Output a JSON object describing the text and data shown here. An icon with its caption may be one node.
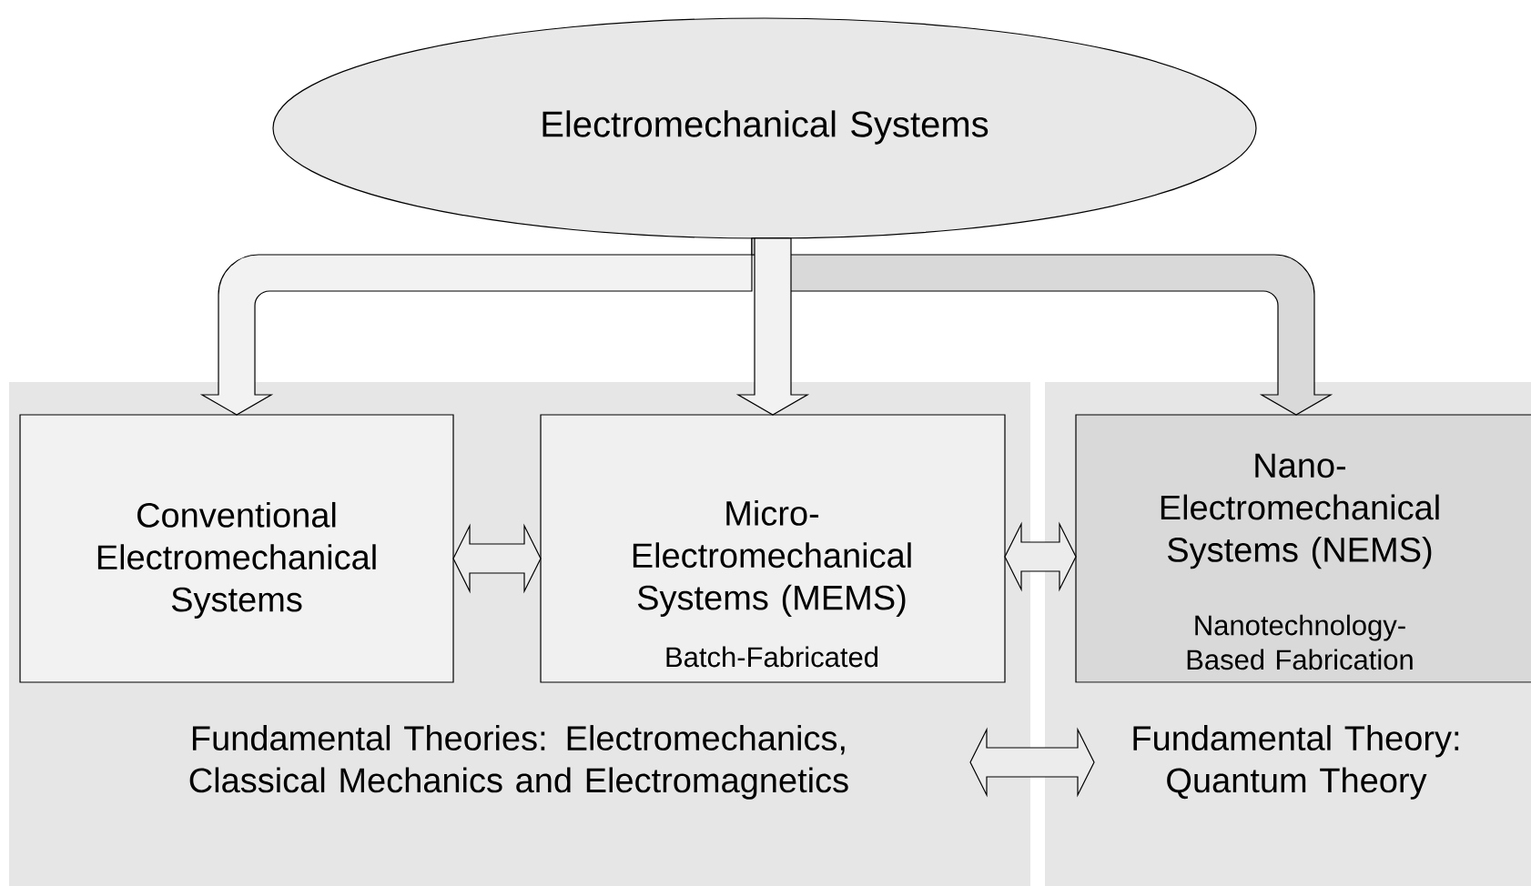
{
  "diagram": {
    "nodes": [
      {
        "text": [
          "Electromechanical Systems"
        ]
      },
      {
        "text": [
          "Fundamental Theories: Electromechanics, Classical Mechanics and Electromagnetics"
        ]
      },
      {
        "text": [
          "Conventional Electromechanical Systems"
        ],
        "in": 1
      },
      {
        "text": [
          "Micro- Electromechanical Systems (MEMS)",
          "Batch-Fabricated"
        ],
        "in": 1
      },
      {
        "text": [
          "Fundamental Theory: Quantum Theory"
        ]
      },
      {
        "text": [
          "Nano- Electromechanical Systems (NEMS)",
          "Nanotechnology-Based Fabrication"
        ],
        "in": 4
      }
    ],
    "edges": [
      {
        "from": 0,
        "to": 2,
        "arrow": "to"
      },
      {
        "from": 0,
        "to": 3,
        "arrow": "to"
      },
      {
        "from": 0,
        "to": 5,
        "arrow": "to",
        "color": "#d9d9d9"
      },
      {
        "from": 2,
        "to": 3,
        "arrow": "both"
      },
      {
        "from": 3,
        "to": 5,
        "arrow": "both"
      },
      {
        "from": 1,
        "to": 4,
        "arrow": "both"
      }
    ]
  }
}
